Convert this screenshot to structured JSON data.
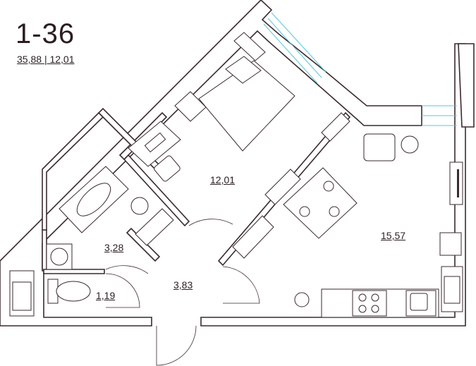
{
  "unit": {
    "name": "1-36",
    "total_area": "35,88",
    "living_area": "12,01",
    "separator": "|"
  },
  "rooms": [
    {
      "id": "bedroom",
      "area": "12,01"
    },
    {
      "id": "kitchen-living",
      "area": "15,57"
    },
    {
      "id": "bathroom",
      "area": "3,28"
    },
    {
      "id": "toilet",
      "area": "1,19"
    },
    {
      "id": "hallway",
      "area": "3,83"
    }
  ],
  "colors": {
    "wall": "#3a2a30",
    "glazing": "#5cc6d4",
    "background": "#ffffff"
  }
}
